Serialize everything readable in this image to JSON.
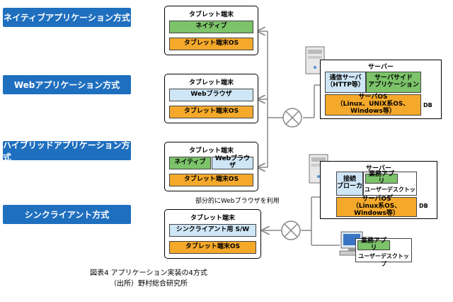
{
  "methods": {
    "native": "ネイティブアプリケーション方式",
    "web": "Webアプリケーション方式",
    "hybrid": "ハイブリッドアプリケーション方式",
    "thin": "シンクライアント方式"
  },
  "tablet_label": "タブレット端末",
  "tablet_os": "タブレット端末OS",
  "native_app": "ネイティブ",
  "web_browser": "Webブラウザ",
  "thin_client": "シンクライアント用 S/W",
  "partial_note": "部分的にWebブラウザを利用",
  "server_top": {
    "title": "サーバー",
    "comm": "通信サーバ\n（HTTP等）",
    "serverside": "サーバサイド\nアプリケーション",
    "os": "サーバOS\n（Linux、UNIX系OS、Windows等）",
    "db": "DB"
  },
  "server_bottom": {
    "title": "サーバー",
    "broker": "接続\nブローカ",
    "business_app": "業務アプリ",
    "desktop": "ユーザーデスクトップ",
    "os": "サーバOS\n（Linux系OS、Windows等）",
    "db": "DB"
  },
  "pc": {
    "business_app": "業務アプリ",
    "desktop": "ユーザーデスクトップ"
  },
  "caption": {
    "line1": "図表4  アプリケーション実装の4方式",
    "line2": "（出所）野村総合研究所"
  }
}
